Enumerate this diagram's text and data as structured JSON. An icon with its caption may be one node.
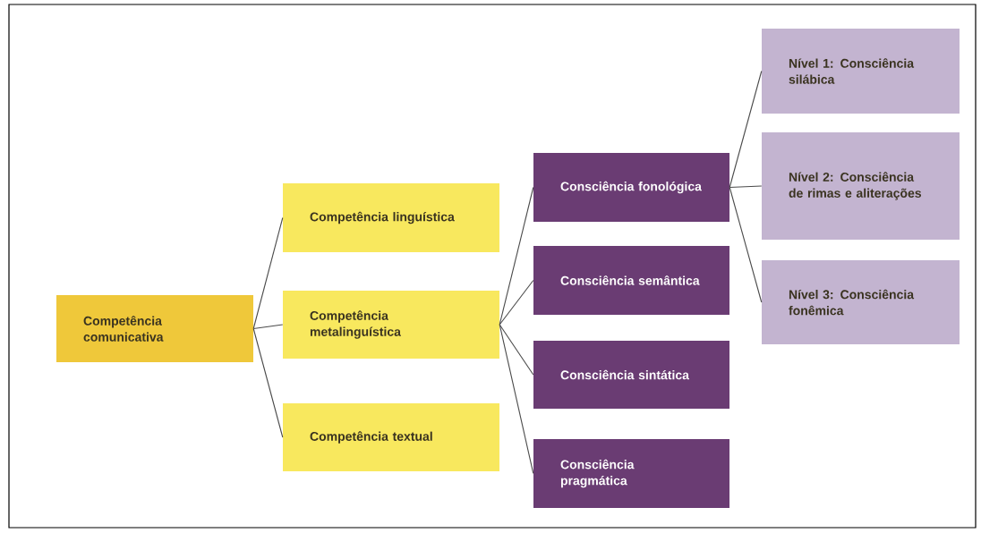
{
  "diagram": {
    "nodes": [
      {
        "text": [
          "Competência comunicativa"
        ]
      },
      {
        "text": [
          "Competência linguística"
        ]
      },
      {
        "text": [
          "Competência metalinguística"
        ]
      },
      {
        "text": [
          "Competência textual"
        ]
      },
      {
        "text": [
          "Consciência fonológica"
        ]
      },
      {
        "text": [
          "Consciência semântica"
        ]
      },
      {
        "text": [
          "Consciência sintática"
        ]
      },
      {
        "text": [
          "Consciência pragmática"
        ]
      },
      {
        "text": [
          "Nível 1: Consciência silábica"
        ]
      },
      {
        "text": [
          "Nível 2: Consciência de rimas e aliterações"
        ]
      },
      {
        "text": [
          "Nível 3: Consciência fonêmica"
        ]
      }
    ],
    "edges": [
      {
        "from": 0,
        "to": 1,
        "arrow": "none"
      },
      {
        "from": 0,
        "to": 2,
        "arrow": "none"
      },
      {
        "from": 0,
        "to": 3,
        "arrow": "none"
      },
      {
        "from": 2,
        "to": 4,
        "arrow": "none"
      },
      {
        "from": 2,
        "to": 5,
        "arrow": "none"
      },
      {
        "from": 2,
        "to": 6,
        "arrow": "none"
      },
      {
        "from": 2,
        "to": 7,
        "arrow": "none"
      },
      {
        "from": 4,
        "to": 8,
        "arrow": "none"
      },
      {
        "from": 4,
        "to": 9,
        "arrow": "none"
      },
      {
        "from": 4,
        "to": 10,
        "arrow": "none"
      }
    ]
  }
}
